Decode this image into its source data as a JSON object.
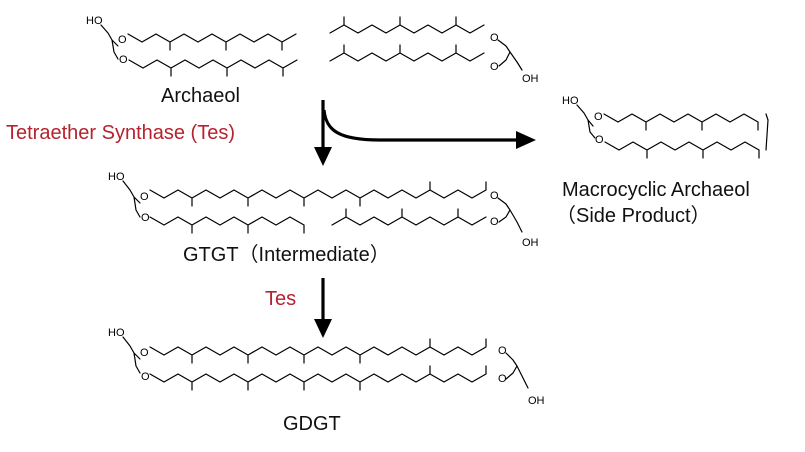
{
  "labels": {
    "archaeol": "Archaeol",
    "enzyme_first": "Tetraether Synthase (Tes)",
    "gtgt": "GTGT（Intermediate）",
    "enzyme_second": "Tes",
    "gdgt": "GDGT",
    "macro_name": "Macrocyclic Archaeol",
    "macro_note": "（Side Product）"
  },
  "atoms": {
    "oxygen": "O",
    "hydroxyl": "HO",
    "hydroxyl_right": "OH"
  },
  "colors": {
    "enzyme": "#b4232f",
    "ink": "#000000"
  }
}
